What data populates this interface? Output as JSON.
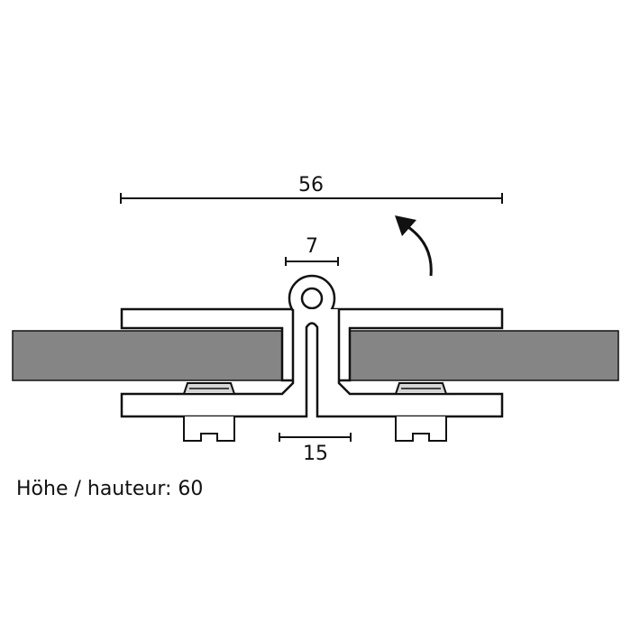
{
  "dimensions": {
    "overall_width": "56",
    "pin_diameter": "7",
    "base_gap": "15"
  },
  "caption": "Höhe / hauteur: 60",
  "colors": {
    "panel": "#858585",
    "line": "#111111",
    "screw_fill": "#d6d6d6"
  }
}
